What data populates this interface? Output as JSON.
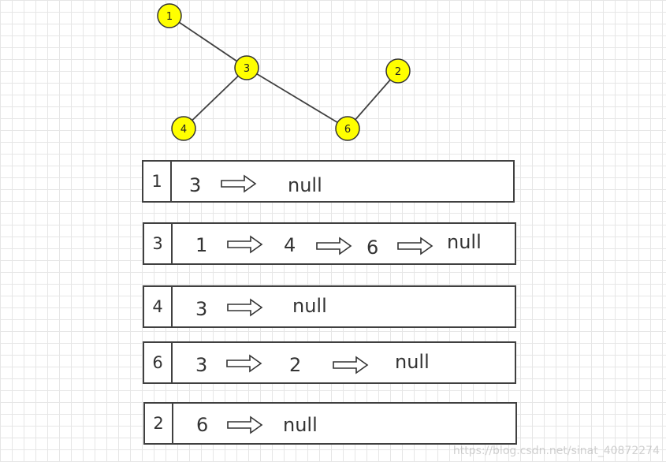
{
  "graph": {
    "nodes": [
      {
        "id": "1",
        "label": "1"
      },
      {
        "id": "3",
        "label": "3"
      },
      {
        "id": "2",
        "label": "2"
      },
      {
        "id": "4",
        "label": "4"
      },
      {
        "id": "6",
        "label": "6"
      }
    ],
    "edges": [
      [
        "1",
        "3"
      ],
      [
        "3",
        "4"
      ],
      [
        "3",
        "6"
      ],
      [
        "6",
        "2"
      ]
    ],
    "colors": {
      "node_fill": "#ffff00",
      "node_stroke": "#333333",
      "edge": "#404040"
    }
  },
  "adjacency": [
    {
      "index": "1",
      "items": [
        "3"
      ],
      "end": "null"
    },
    {
      "index": "3",
      "items": [
        "1",
        "4",
        "6"
      ],
      "end": "null"
    },
    {
      "index": "4",
      "items": [
        "3"
      ],
      "end": "null"
    },
    {
      "index": "6",
      "items": [
        "3",
        "2"
      ],
      "end": "null"
    },
    {
      "index": "2",
      "items": [
        "6"
      ],
      "end": "null"
    }
  ],
  "watermark": "https://blog.csdn.net/sinat_40872274"
}
